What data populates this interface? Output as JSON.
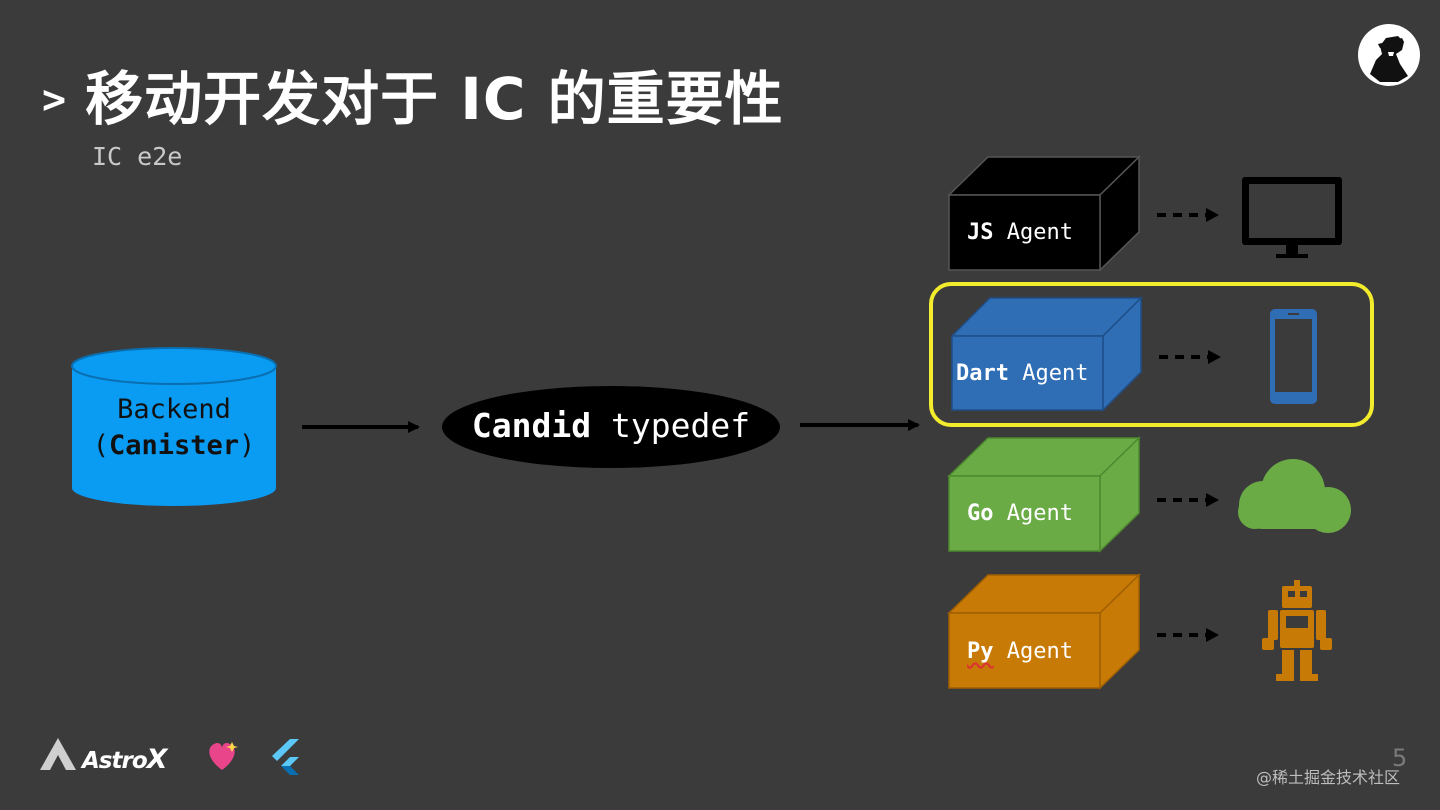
{
  "slide": {
    "prompt": ">",
    "title": "移动开发对于 IC 的重要性",
    "subtitle": "IC e2e",
    "page_number": "5",
    "watermark": "@稀土掘金技术社区"
  },
  "backend": {
    "line1": "Backend",
    "open_paren": "(",
    "bold": "Canister",
    "close_paren": ")"
  },
  "candid": {
    "bold": "Candid",
    "rest": " typedef"
  },
  "agents": [
    {
      "bold": "JS",
      "rest": " Agent",
      "color": "#000000",
      "target_icon": "desktop-monitor-icon"
    },
    {
      "bold": "Dart",
      "rest": " Agent",
      "color": "#2f6db5",
      "target_icon": "smartphone-icon",
      "highlighted": true
    },
    {
      "bold": "Go",
      "rest": " Agent",
      "color": "#6aab45",
      "target_icon": "cloud-icon"
    },
    {
      "bold": "Py",
      "rest": " Agent",
      "color": "#c87a06",
      "target_icon": "robot-icon"
    }
  ],
  "colors": {
    "background": "#3c3b3c",
    "backend_cylinder": "#0a9bf3",
    "highlight_frame": "#f3ec2c"
  },
  "footer": {
    "brand": "Astro",
    "brand_x": "X",
    "logos": [
      "astrox-logo-icon",
      "sparkling-heart-icon",
      "flutter-logo-icon"
    ]
  }
}
